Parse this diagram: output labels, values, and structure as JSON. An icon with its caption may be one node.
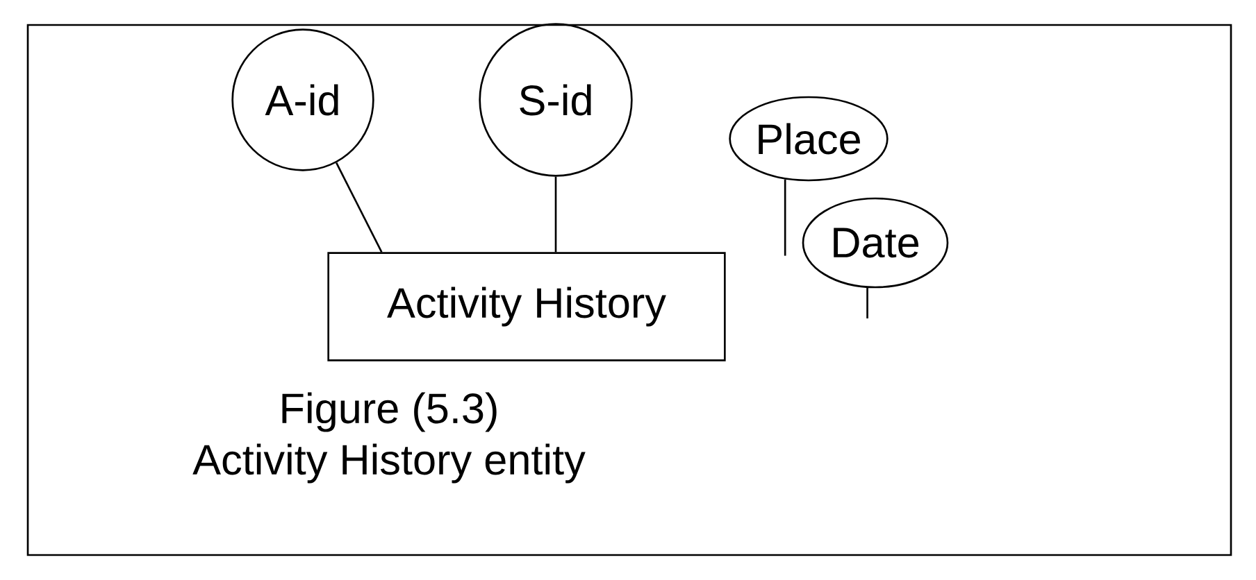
{
  "diagram": {
    "nodes": [
      {
        "text": [
          "A-id"
        ]
      },
      {
        "text": [
          "S-id"
        ]
      },
      {
        "text": [
          "Place"
        ]
      },
      {
        "text": [
          "Date"
        ]
      },
      {
        "text": [
          "Activity History"
        ]
      }
    ],
    "edges": [
      {
        "from": 0,
        "to": 4,
        "arrow": "none"
      },
      {
        "from": 1,
        "to": 4,
        "arrow": "none"
      },
      {
        "from": 2,
        "to": null,
        "arrow": "none"
      },
      {
        "from": 3,
        "to": null,
        "arrow": "none"
      }
    ],
    "labels": [
      "Figure (5.3)",
      "Activity History entity"
    ]
  }
}
